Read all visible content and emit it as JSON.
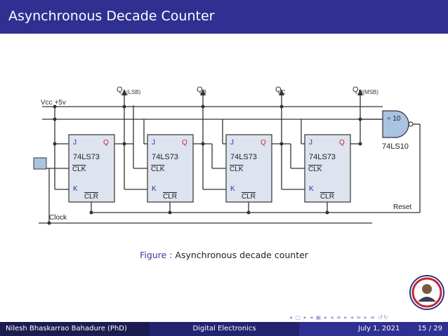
{
  "slide": {
    "title": "Asynchronous Decade Counter"
  },
  "circuit": {
    "outputs": [
      "Q",
      "Q",
      "Q",
      "Q"
    ],
    "output_subs": [
      "A(LSB)",
      "B",
      "C",
      "D(MSB)"
    ],
    "vcc": "Vcc +5v",
    "flipflops": [
      {
        "j": "J",
        "q": "Q",
        "chip": "74LS73",
        "clk": "CLK",
        "k": "K",
        "clr": "CLR"
      },
      {
        "j": "J",
        "q": "Q",
        "chip": "74LS73",
        "clk": "CLK",
        "k": "K",
        "clr": "CLR"
      },
      {
        "j": "J",
        "q": "Q",
        "chip": "74LS73",
        "clk": "CLK",
        "k": "K",
        "clr": "CLR"
      },
      {
        "j": "J",
        "q": "Q",
        "chip": "74LS73",
        "clk": "CLK",
        "k": "K",
        "clr": "CLR"
      }
    ],
    "gate_label": "÷ 10",
    "gate_chip": "74LS10",
    "reset": "Reset",
    "clock": "Clock"
  },
  "caption": {
    "label": "Figure :",
    "text": "Asynchronous decade counter"
  },
  "footer": {
    "author": "Nilesh Bhaskarrao Bahadure (PhD)",
    "course": "Digital Electronics",
    "date": "July 1, 2021",
    "page": "15 / 29"
  },
  "colors": {
    "header": "#2f3091",
    "accent": "#3b3ba6",
    "ff_fill": "#dde4ef",
    "gate_fill": "#a9c4e0"
  }
}
